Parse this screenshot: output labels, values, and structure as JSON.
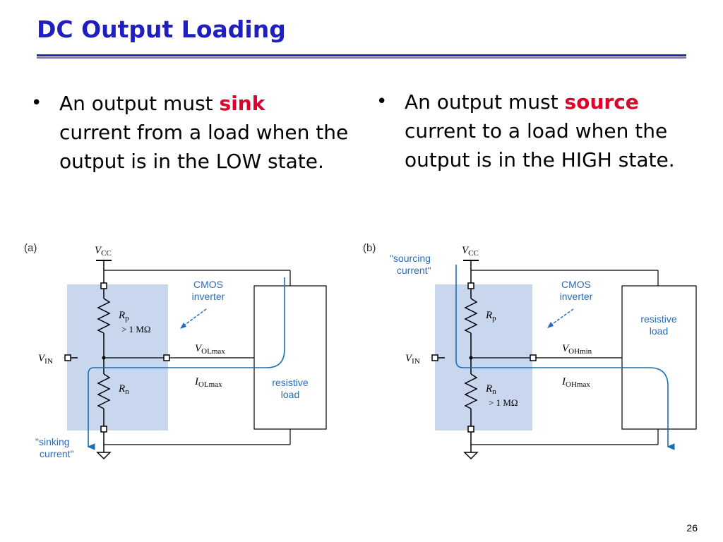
{
  "title": "DC Output Loading",
  "bullets": [
    {
      "before": "An output must ",
      "highlight": "sink",
      "after": "current from a load when the output is in the LOW state."
    },
    {
      "before": "An output must ",
      "highlight": "source",
      "after": "current to a load when the output is in the HIGH state."
    }
  ],
  "diagram_a": {
    "panel_label": "(a)",
    "vcc": "V",
    "vcc_sub": "CC",
    "vin": "V",
    "vin_sub": "IN",
    "rp": "R",
    "rp_sub": "p",
    "rp_value": "> 1 MΩ",
    "rn": "R",
    "rn_sub": "n",
    "cmos_line1": "CMOS",
    "cmos_line2": "inverter",
    "vout": "V",
    "vout_sub": "OLmax",
    "iout": "I",
    "iout_sub": "OLmax",
    "load_line1": "resistive",
    "load_line2": "load",
    "current_line1": "\"sinking",
    "current_line2": "current\""
  },
  "diagram_b": {
    "panel_label": "(b)",
    "vcc": "V",
    "vcc_sub": "CC",
    "vin": "V",
    "vin_sub": "IN",
    "rp": "R",
    "rp_sub": "p",
    "rn": "R",
    "rn_sub": "n",
    "rn_value": "> 1 MΩ",
    "cmos_line1": "CMOS",
    "cmos_line2": "inverter",
    "vout": "V",
    "vout_sub": "OHmin",
    "iout": "I",
    "iout_sub": "OHmax",
    "load_line1": "resistive",
    "load_line2": "load",
    "current_line1": "\"sourcing",
    "current_line2": "current\""
  },
  "page_number": "26",
  "colors": {
    "title": "#1f1fc0",
    "highlight": "#e0002a",
    "shade": "#c8d6ee",
    "current": "#1a6fb0",
    "label_blue": "#2a6cb8"
  }
}
